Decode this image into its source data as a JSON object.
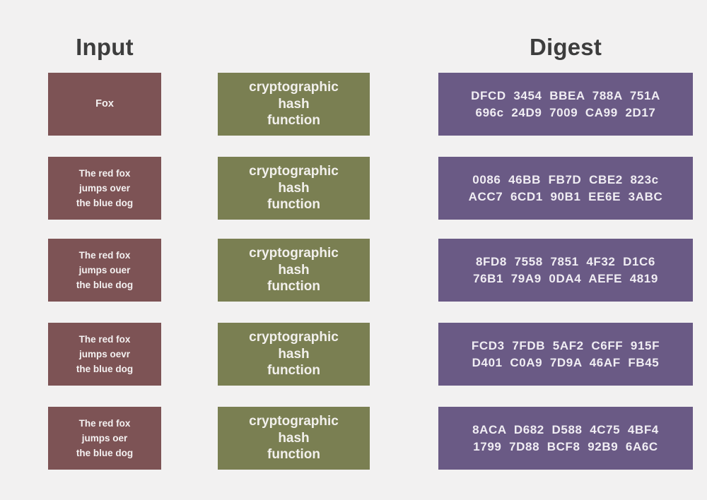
{
  "headings": {
    "input": "Input",
    "digest": "Digest"
  },
  "hash_label": "cryptographic\nhash\nfunction",
  "colors": {
    "background": "#f2f1f1",
    "input_box": "#7d5355",
    "hash_box": "#7a7f52",
    "digest_box": "#6a5a85",
    "heading_text": "#3d3d3d",
    "box_text": "#ffffff"
  },
  "rows": [
    {
      "input": "Fox",
      "hash": "cryptographic\nhash\nfunction",
      "digest": "DFCD  3454  BBEA  788A  751A\n696c  24D9  7009  CA99  2D17"
    },
    {
      "input": "The red fox\njumps over\nthe blue dog",
      "hash": "cryptographic\nhash\nfunction",
      "digest": "0086  46BB  FB7D  CBE2  823c\nACC7  6CD1  90B1  EE6E  3ABC"
    },
    {
      "input": "The red fox\njumps ouer\nthe blue dog",
      "hash": "cryptographic\nhash\nfunction",
      "digest": "8FD8  7558  7851  4F32  D1C6\n76B1  79A9  0DA4  AEFE  4819"
    },
    {
      "input": "The red fox\njumps oevr\nthe blue dog",
      "hash": "cryptographic\nhash\nfunction",
      "digest": "FCD3  7FDB  5AF2  C6FF  915F\nD401  C0A9  7D9A  46AF  FB45"
    },
    {
      "input": "The red fox\njumps oer\nthe blue dog",
      "hash": "cryptographic\nhash\nfunction",
      "digest": "8ACA  D682  D588  4C75  4BF4\n1799  7D88  BCF8  92B9  6A6C"
    }
  ]
}
